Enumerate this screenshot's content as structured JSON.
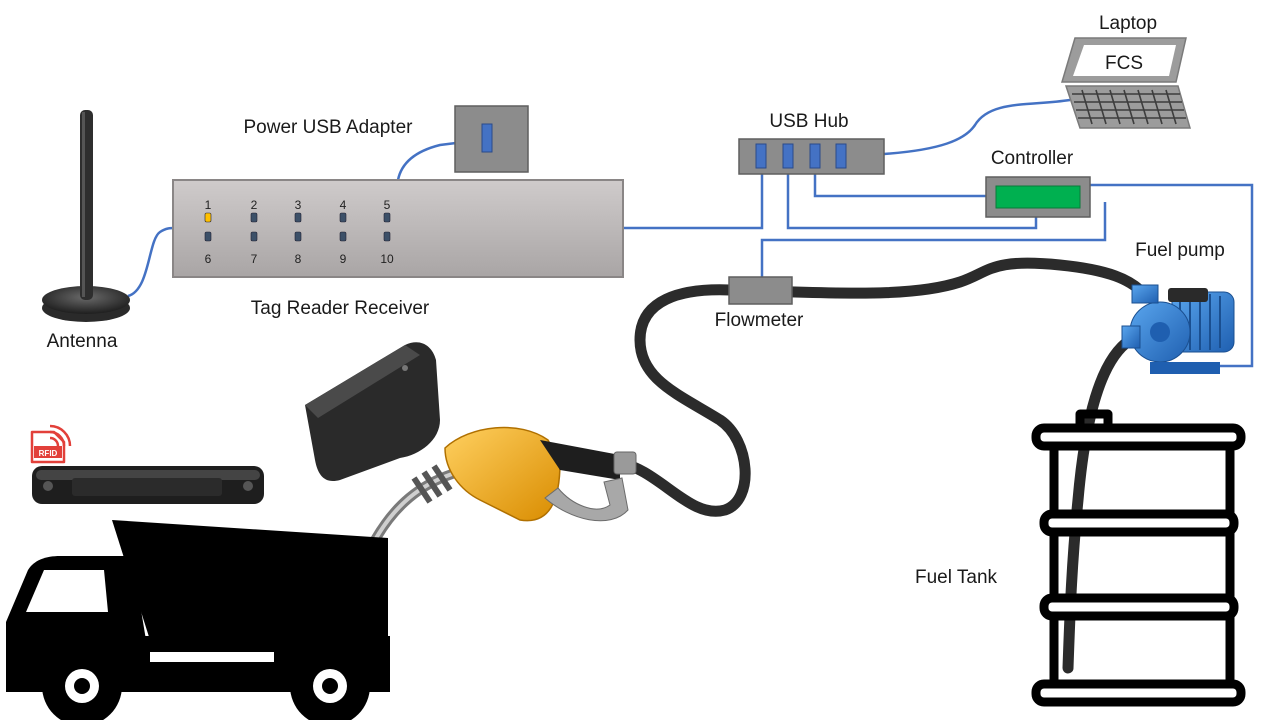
{
  "labels": {
    "antenna": "Antenna",
    "tag_reader": "Tag Reader Receiver",
    "power_usb": "Power USB Adapter",
    "usb_hub": "USB Hub",
    "laptop": "Laptop",
    "laptop_screen": "FCS",
    "controller": "Controller",
    "fuel_pump": "Fuel pump",
    "flowmeter": "Flowmeter",
    "fuel_tank": "Fuel Tank",
    "rfid": "RFID"
  },
  "reader_ports_top": [
    "1",
    "2",
    "3",
    "4",
    "5"
  ],
  "reader_ports_bottom": [
    "6",
    "7",
    "8",
    "9",
    "10"
  ],
  "colors": {
    "cable_blue": "#4472c4",
    "reader_body": "#b8b4b4",
    "device_gray": "#8c8c8c",
    "controller_display": "#00b050",
    "led_active": "#ffc000",
    "pump_blue": "#2f7fd6",
    "nozzle_yellow": "#f2a900",
    "hose": "#2b2b2b",
    "truck": "#000000"
  },
  "active_port": "1"
}
